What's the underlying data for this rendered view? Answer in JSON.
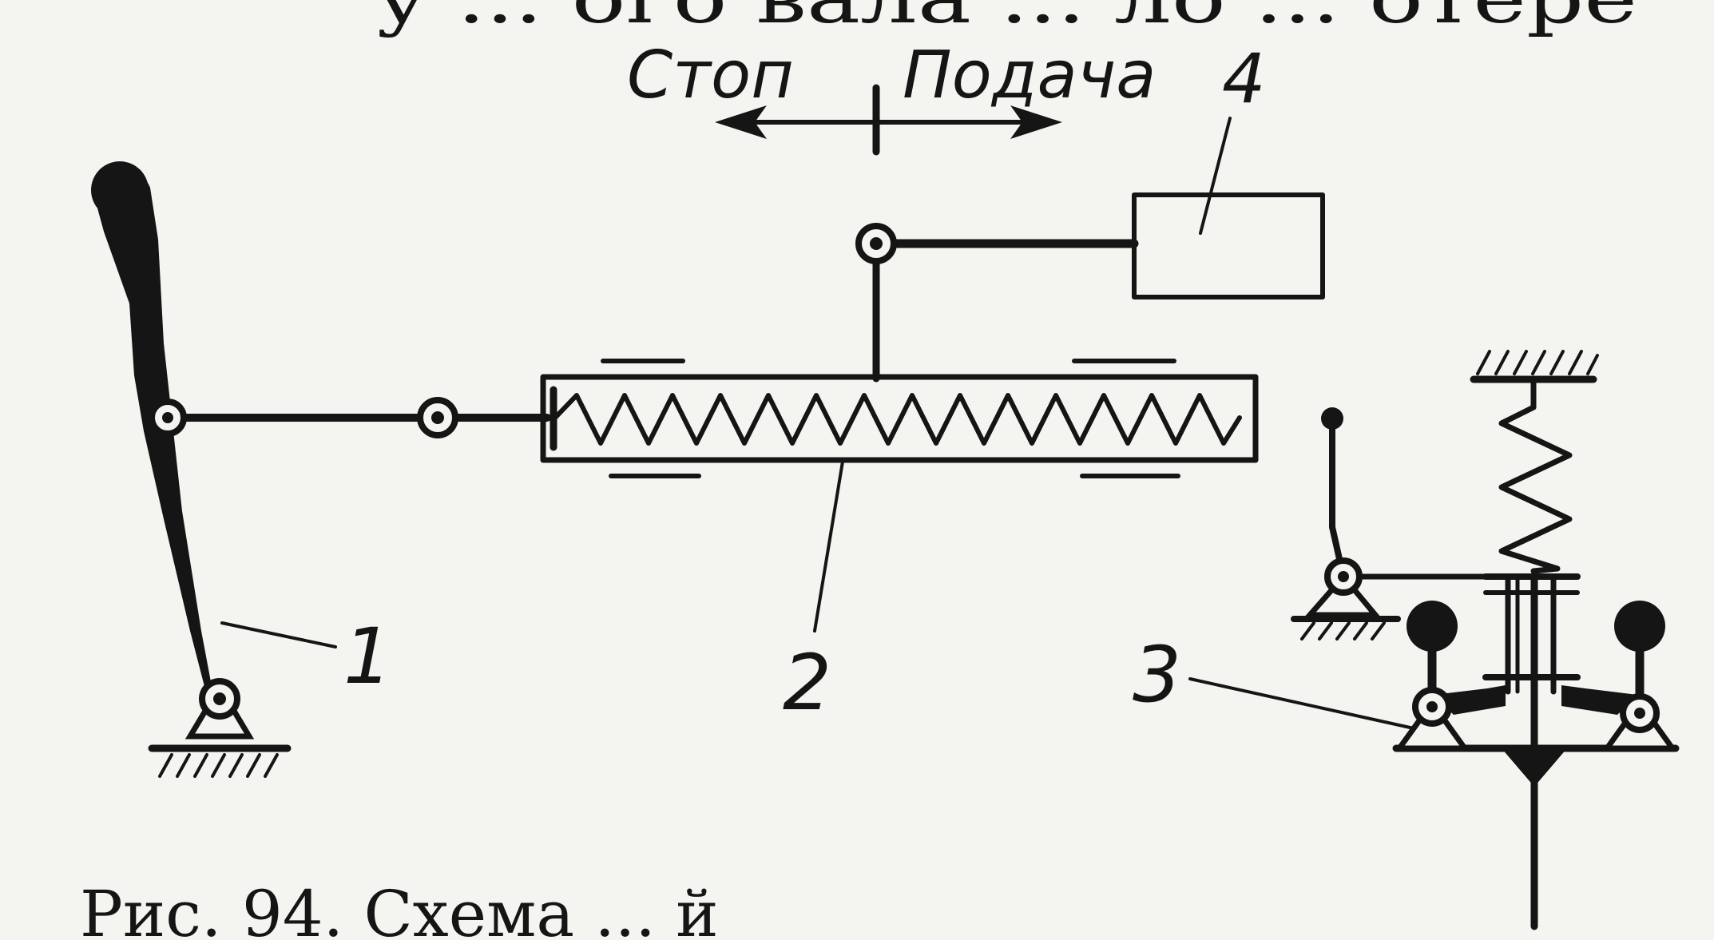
{
  "top_text_fragment": "у ... ого вала ... ло ... отере",
  "direction": {
    "stop_label": "Стоп",
    "feed_label": "Подача"
  },
  "parts": {
    "lever_number": "1",
    "spring_tie_number": "2",
    "governor_number": "3",
    "actuator_number": "4"
  },
  "caption_fragment": "Рис. 94. Схема ... й"
}
